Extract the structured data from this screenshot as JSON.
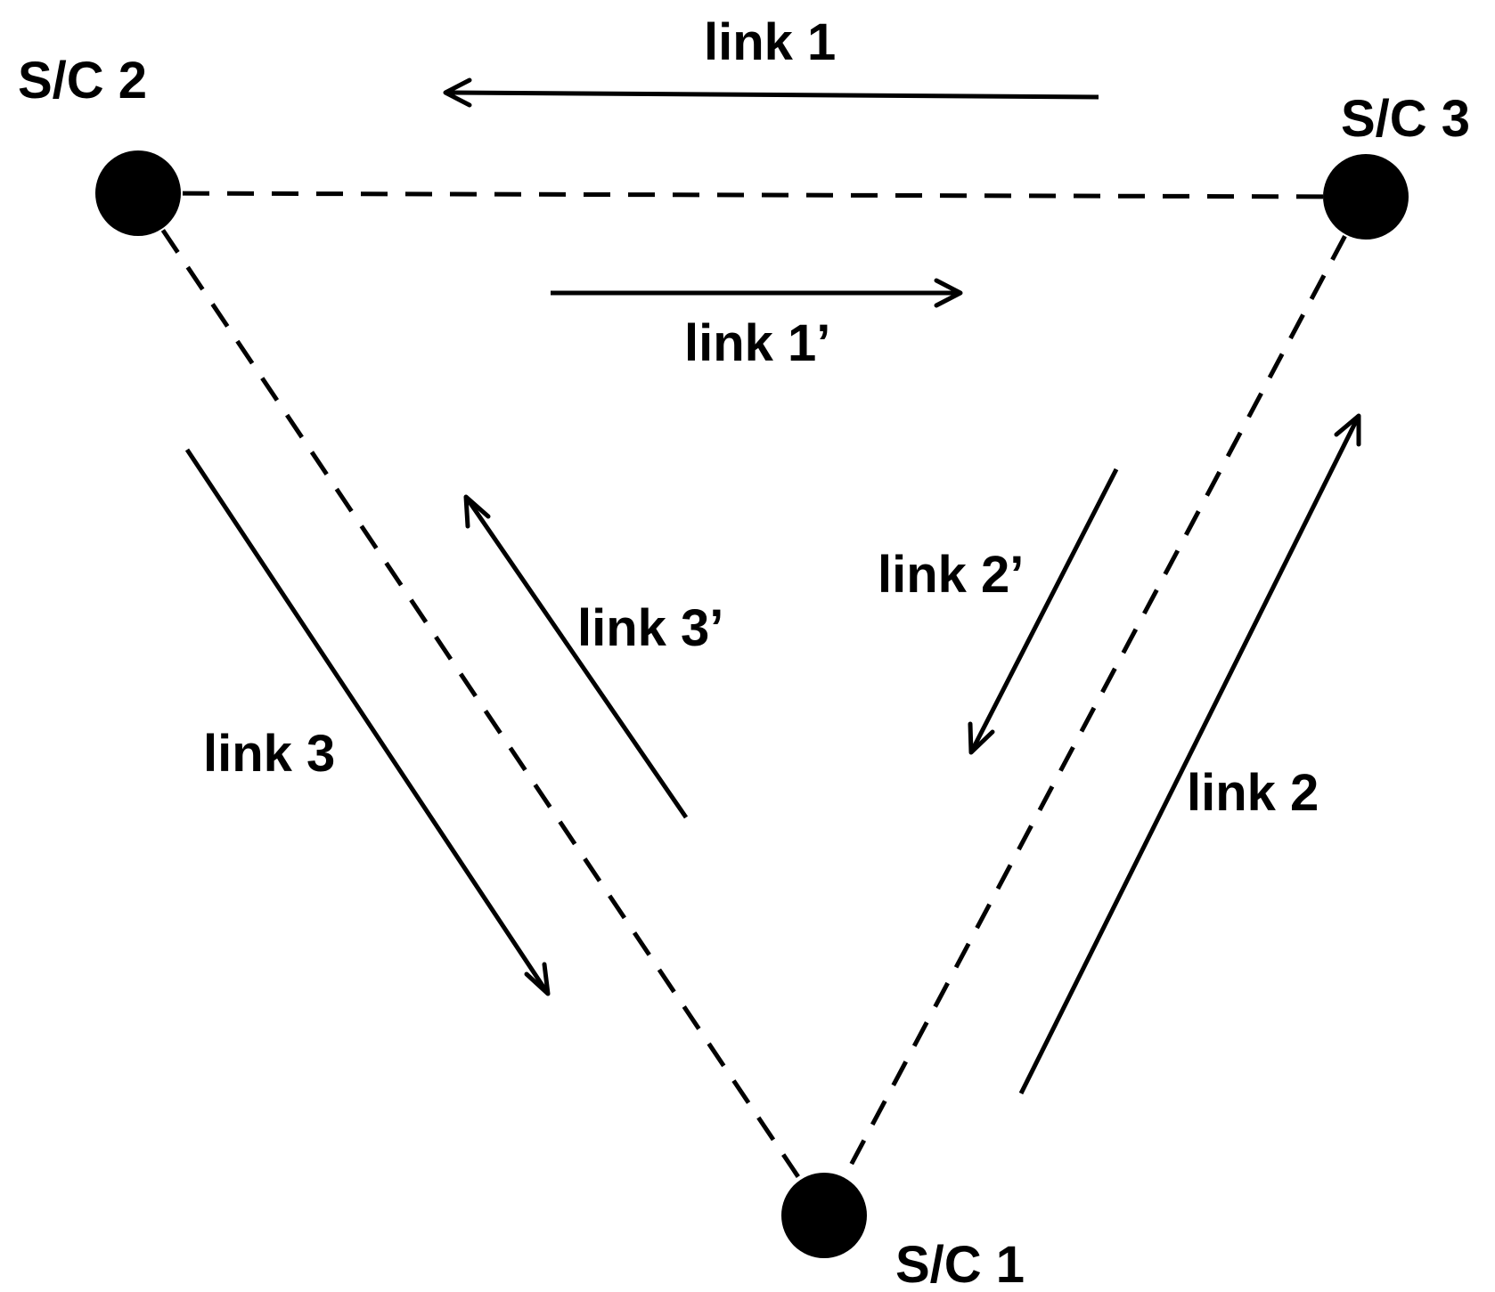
{
  "colors": {
    "ink": "#000000",
    "background": "#ffffff"
  },
  "spacecraft": [
    {
      "id": "sc1",
      "label": "S/C 1"
    },
    {
      "id": "sc2",
      "label": "S/C 2"
    },
    {
      "id": "sc3",
      "label": "S/C 3"
    }
  ],
  "links": [
    {
      "id": "link1",
      "label": "link 1",
      "from": "sc3",
      "to": "sc2"
    },
    {
      "id": "link1p",
      "label": "link 1’",
      "from": "sc2",
      "to": "sc3"
    },
    {
      "id": "link2",
      "label": "link 2",
      "from": "sc1",
      "to": "sc3"
    },
    {
      "id": "link2p",
      "label": "link 2’",
      "from": "sc3",
      "to": "sc1"
    },
    {
      "id": "link3",
      "label": "link 3",
      "from": "sc2",
      "to": "sc1"
    },
    {
      "id": "link3p",
      "label": "link 3’",
      "from": "sc1",
      "to": "sc2"
    }
  ]
}
